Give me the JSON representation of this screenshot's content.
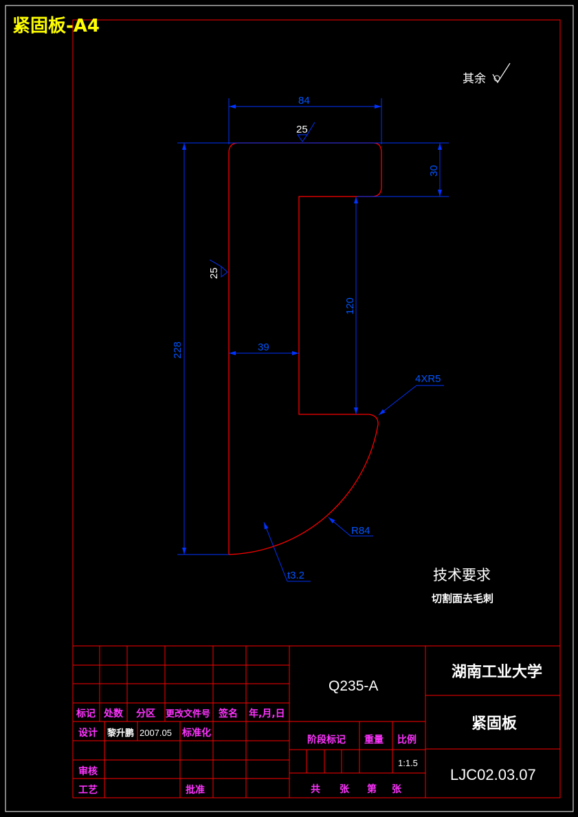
{
  "sheet_title": "紧固板-A4",
  "roughness_note": {
    "label": "其余",
    "value": ""
  },
  "dimensions": {
    "width_top": "84",
    "roughness_top": "25",
    "height_flange": "30",
    "roughness_left": "25",
    "height_slot": "120",
    "overall_height": "228",
    "web_width": "39",
    "fillet": "4XR5",
    "arc_radius": "R84",
    "thickness": "t3.2"
  },
  "tech_requirements": {
    "title": "技术要求",
    "item": "切割面去毛刺"
  },
  "title_block": {
    "headers": [
      "标记",
      "处数",
      "分区",
      "更改文件号",
      "签名",
      "年,月,日"
    ],
    "design_label": "设计",
    "designer": "黎升鹏",
    "design_date": "2007.05",
    "standardization": "标准化",
    "review": "审核",
    "process": "工艺",
    "approve": "批准",
    "material": "Q235-A",
    "stage_mark": "阶段标记",
    "weight": "重量",
    "scale_label": "比例",
    "scale": "1:1.5",
    "sheets_text": [
      "共",
      "张",
      "第",
      "张"
    ],
    "school": "湖南工业大学",
    "part_name": "紧固板",
    "drawing_no": "LJC02.03.07"
  },
  "colors": {
    "border": "#ff0000",
    "outline": "#ff0000",
    "dimension": "#0000ff",
    "dim_text": "#0055ff",
    "label": "#ff00ff",
    "title": "#ffff00",
    "text": "#ffffff"
  }
}
